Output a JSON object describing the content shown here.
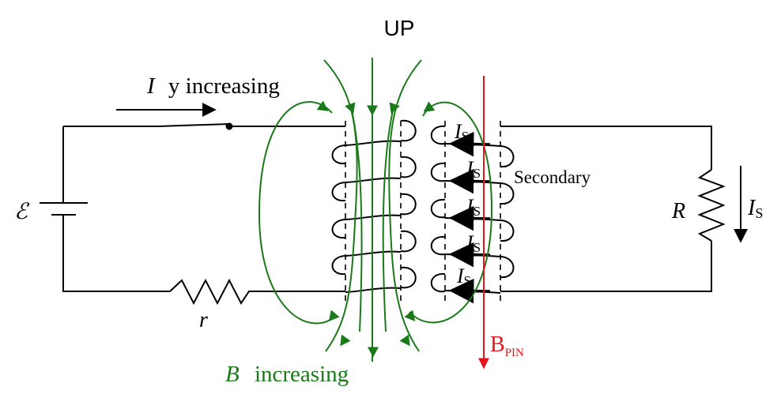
{
  "title": "UP",
  "labels": {
    "primary_current_symbol": "I",
    "primary_current_text": "y increasing",
    "emf_symbol": "ℰ",
    "internal_resistor": "r",
    "field_symbol": "B",
    "field_text": "increasing",
    "induced_current_symbol": "I",
    "induced_current_subscript": "S",
    "secondary": "Secondary",
    "load_resistor": "R",
    "pin_field": "B",
    "pin_field_subscript": "PIN"
  },
  "induced_current_labels": [
    {
      "symbol": "I",
      "subscript": "S"
    },
    {
      "symbol": "I",
      "subscript": "S"
    },
    {
      "symbol": "I",
      "subscript": "S"
    },
    {
      "symbol": "I",
      "subscript": "S"
    },
    {
      "symbol": "I",
      "subscript": "S"
    }
  ],
  "colors": {
    "wire": "#000000",
    "magnetic_field": "#1a7a1a",
    "pin_field": "#e8141c"
  }
}
